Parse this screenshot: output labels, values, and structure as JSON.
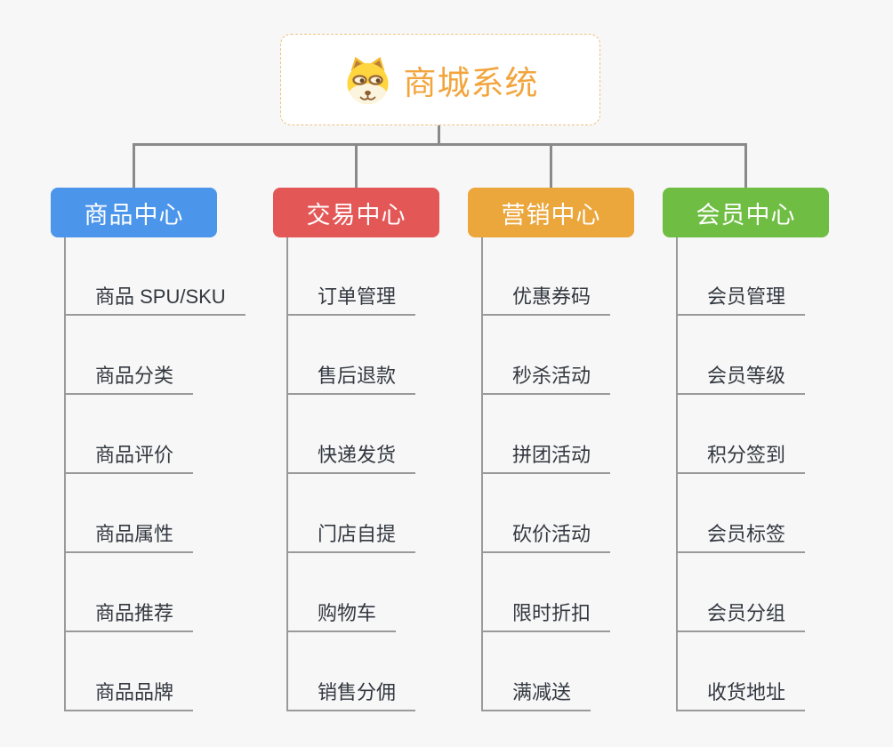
{
  "root": {
    "title": "商城系统"
  },
  "icons": {
    "root": "doge-icon"
  },
  "colors": {
    "background": "#F7F7F7",
    "connector": "#8A8A8A",
    "item_line": "#9A9A9A",
    "root_border": "#EFC083",
    "root_title": "#F2A53D",
    "item_text": "#333840"
  },
  "branches": [
    {
      "label": "商品中心",
      "color": "#4B95EA",
      "items": [
        "商品 SPU/SKU",
        "商品分类",
        "商品评价",
        "商品属性",
        "商品推荐",
        "商品品牌"
      ]
    },
    {
      "label": "交易中心",
      "color": "#E45757",
      "items": [
        "订单管理",
        "售后退款",
        "快递发货",
        "门店自提",
        "购物车",
        "销售分佣"
      ]
    },
    {
      "label": "营销中心",
      "color": "#EBA63C",
      "items": [
        "优惠券码",
        "秒杀活动",
        "拼团活动",
        "砍价活动",
        "限时折扣",
        "满减送"
      ]
    },
    {
      "label": "会员中心",
      "color": "#6FBE43",
      "items": [
        "会员管理",
        "会员等级",
        "积分签到",
        "会员标签",
        "会员分组",
        "收货地址"
      ]
    }
  ]
}
